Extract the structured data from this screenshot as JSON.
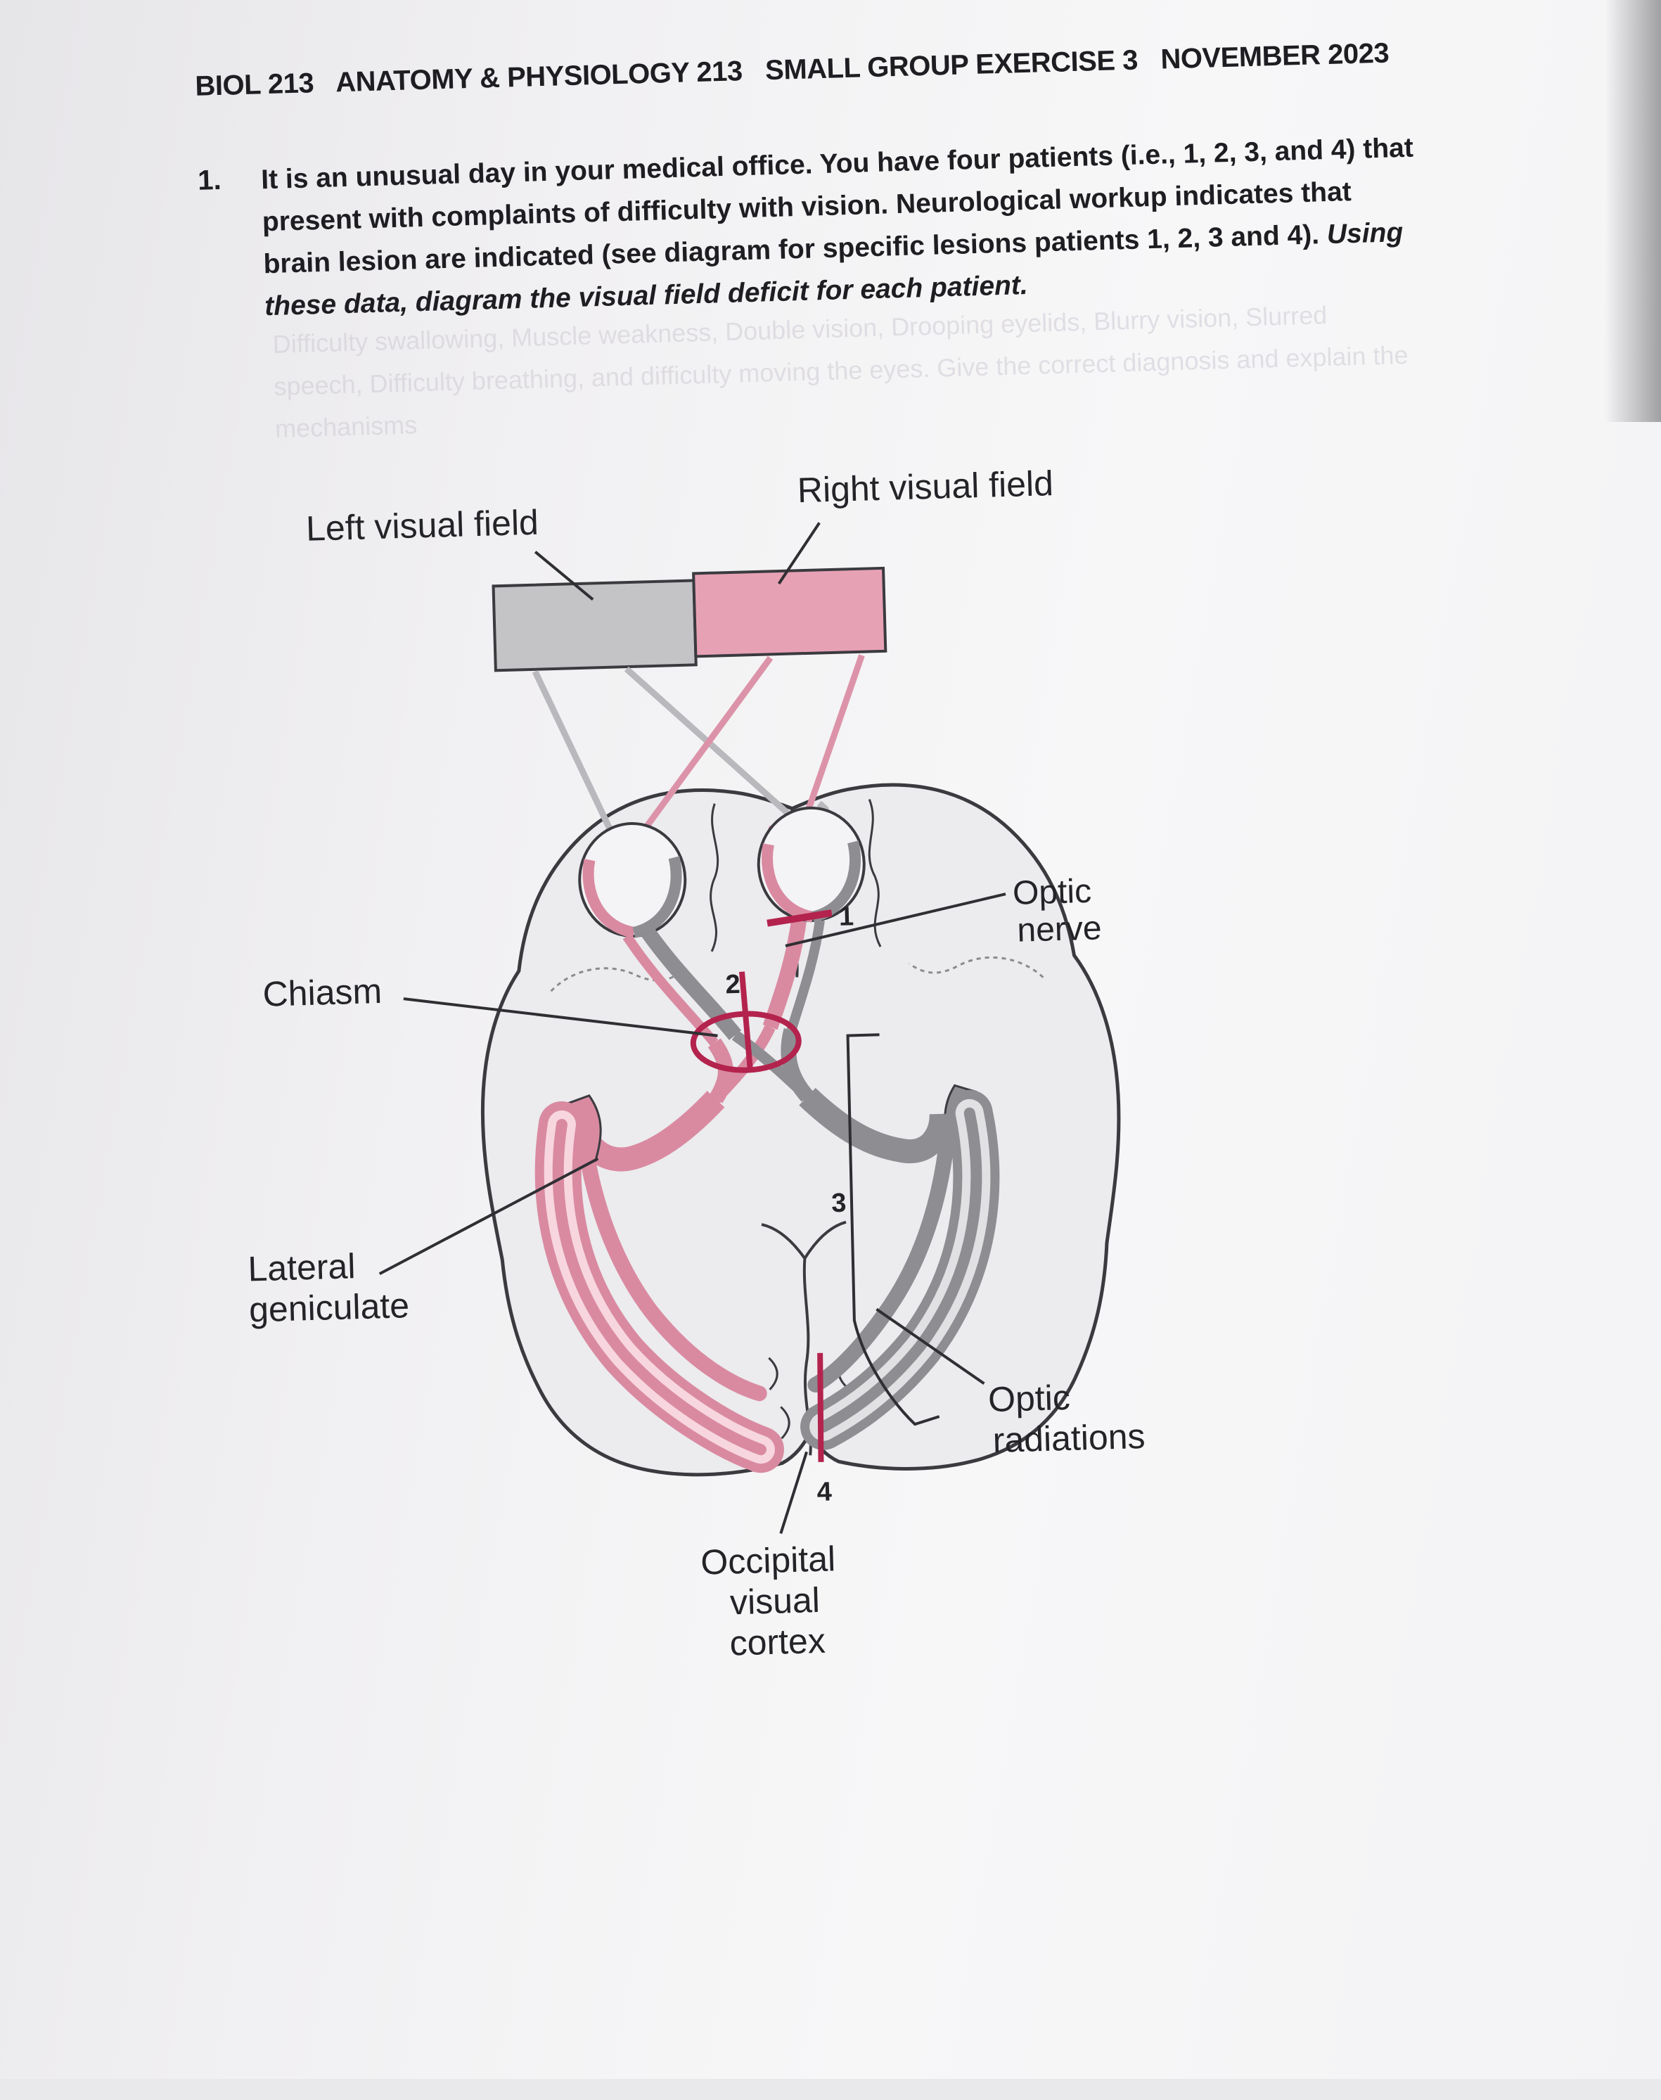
{
  "header": {
    "course": "BIOL 213",
    "subject": "ANATOMY & PHYSIOLOGY 213",
    "exercise": "SMALL GROUP EXERCISE 3",
    "date": "NOVEMBER 2023"
  },
  "question": {
    "number": "1.",
    "text": "It is an unusual day in your medical office.  You  have four patients (i.e., 1, 2, 3, and 4) that present with complaints of difficulty with vision.  Neurological workup indicates that brain lesion are indicated (see diagram for specific lesions patients 1, 2, 3 and 4).",
    "instruction": "Using these data, diagram the visual field deficit for each patient."
  },
  "faded_text": "Difficulty swallowing, Muscle weakness, Double vision, Drooping eyelids, Blurry vision, Slurred speech, Difficulty breathing, and difficulty moving the eyes.  Give the correct diagnosis and explain the mechanisms",
  "diagram": {
    "labels": {
      "left_field": "Left visual field",
      "right_field": "Right visual field",
      "chiasm": "Chiasm",
      "optic_nerve_1": "Optic",
      "optic_nerve_2": "nerve",
      "lateral_1": "Lateral",
      "lateral_2": "geniculate",
      "radiations_1": "Optic",
      "radiations_2": "radiations",
      "cortex_1": "Occipital",
      "cortex_2": "visual",
      "cortex_3": "cortex"
    },
    "lesions": [
      "1",
      "2",
      "3",
      "4"
    ],
    "colors": {
      "left_field": "#c4c3c6",
      "right_field": "#e7a1b5",
      "pink_path": "#d98aa1",
      "gray_path": "#8e8d92",
      "lesion": "#b3234d",
      "brain": "#ecebee"
    }
  }
}
